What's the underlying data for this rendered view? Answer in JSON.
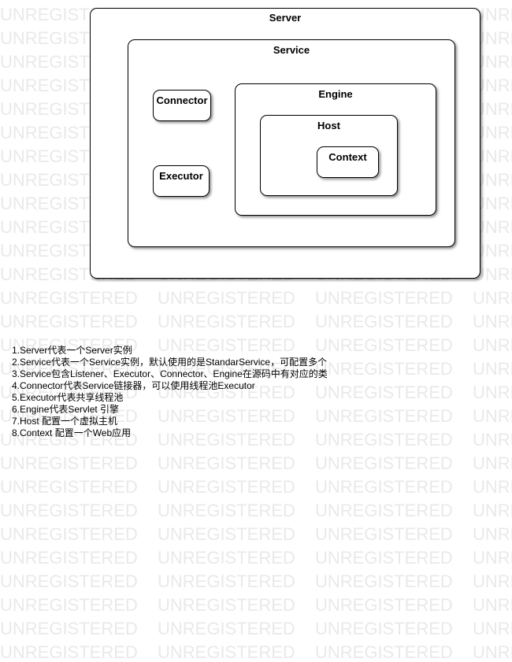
{
  "watermark_text": "UNREGISTERED",
  "diagram": {
    "server": "Server",
    "service": "Service",
    "connector": "Connector",
    "executor": "Executor",
    "engine": "Engine",
    "host": "Host",
    "context": "Context"
  },
  "notes": [
    "1.Server代表一个Server实例",
    "2.Service代表一个Service实例，默认使用的是StandarService，可配置多个",
    "3.Service包含Listener、Executor、Connector、Engine在源码中有对应的类",
    "4.Connector代表Service链接器，可以使用线程池Executor",
    "5.Executor代表共享线程池",
    "6.Engine代表Servlet 引擎",
    "7.Host 配置一个虚拟主机",
    "8.Context 配置一个Web应用"
  ]
}
